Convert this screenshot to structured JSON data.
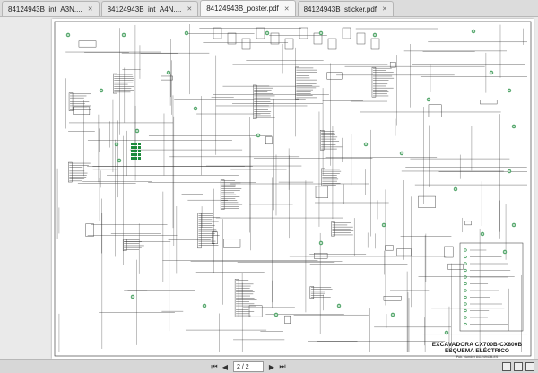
{
  "tabs": [
    {
      "label": "84124943B_int_A3N....",
      "close": "✕",
      "active": false
    },
    {
      "label": "84124943B_int_A4N....",
      "close": "✕",
      "active": false
    },
    {
      "label": "84124943B_poster.pdf",
      "close": "✕",
      "active": true
    },
    {
      "label": "84124943B_sticker.pdf",
      "close": "✕",
      "active": false
    }
  ],
  "document": {
    "title_line1": "EXCAVADORA CX700B-CX800B",
    "title_line2": "ESQUEMA ELÉCTRICO",
    "pub_number": "Pub. Number 84124943B-ES"
  },
  "navigation": {
    "first": "⏮",
    "prev": "◀",
    "page_value": "2 / 2",
    "next": "▶",
    "last": "⏭"
  },
  "icons": {
    "view_single": "single-page-icon",
    "view_double": "two-page-icon",
    "rotate": "rotate-icon"
  },
  "colors": {
    "wire": "#2b2b2b",
    "connector_green": "#1e8a3c",
    "page_bg": "#ffffff"
  }
}
